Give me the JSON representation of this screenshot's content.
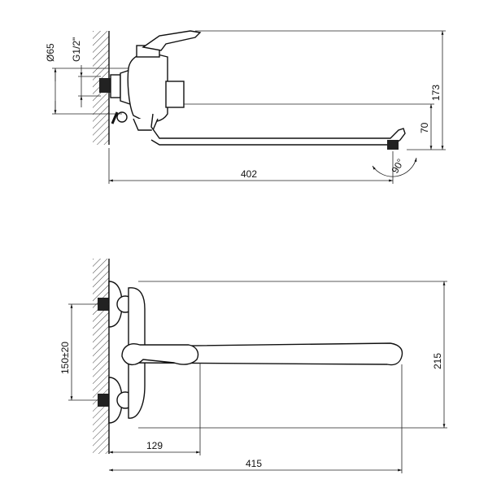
{
  "side_view": {
    "label_diameter": "Ø65",
    "label_thread": "G1/2\"",
    "dim_height_total": "173",
    "dim_height_outlet": "70",
    "dim_length": "402",
    "dim_angle": "90°"
  },
  "top_view": {
    "dim_spacing": "150±20",
    "dim_height": "215",
    "dim_inlet_offset": "129",
    "dim_length": "415"
  }
}
